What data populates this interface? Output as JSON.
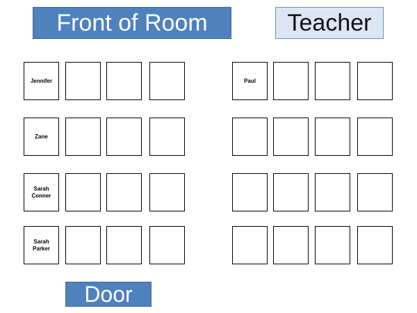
{
  "colors": {
    "front_bg": "#4f81bd",
    "teacher_bg": "#dce6f2",
    "door_bg": "#4f81bd",
    "desk_border": "#000000"
  },
  "front_of_room": "Front of Room",
  "teacher": "Teacher",
  "door": "Door",
  "left_group": {
    "rows": [
      {
        "seats": [
          {
            "name": [
              "Jennifer"
            ]
          },
          {
            "name": []
          },
          {
            "name": []
          },
          {
            "name": []
          }
        ]
      },
      {
        "seats": [
          {
            "name": [
              "Zane"
            ]
          },
          {
            "name": []
          },
          {
            "name": []
          },
          {
            "name": []
          }
        ]
      },
      {
        "seats": [
          {
            "name": [
              "Sarah",
              "Conner"
            ]
          },
          {
            "name": []
          },
          {
            "name": []
          },
          {
            "name": []
          }
        ]
      },
      {
        "seats": [
          {
            "name": [
              "Sarah",
              "Parker"
            ]
          },
          {
            "name": []
          },
          {
            "name": []
          },
          {
            "name": []
          }
        ]
      }
    ]
  },
  "right_group": {
    "rows": [
      {
        "seats": [
          {
            "name": [
              "Paul"
            ]
          },
          {
            "name": []
          },
          {
            "name": []
          },
          {
            "name": []
          }
        ]
      },
      {
        "seats": [
          {
            "name": []
          },
          {
            "name": []
          },
          {
            "name": []
          },
          {
            "name": []
          }
        ]
      },
      {
        "seats": [
          {
            "name": []
          },
          {
            "name": []
          },
          {
            "name": []
          },
          {
            "name": []
          }
        ]
      },
      {
        "seats": [
          {
            "name": []
          },
          {
            "name": []
          },
          {
            "name": []
          },
          {
            "name": []
          }
        ]
      }
    ]
  }
}
